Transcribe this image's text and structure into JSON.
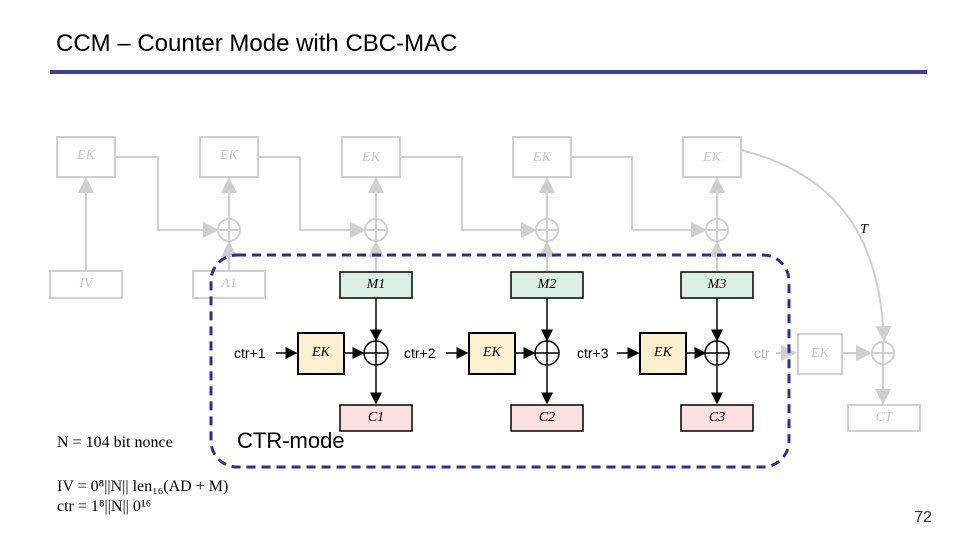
{
  "slide": {
    "title": "CCM – Counter Mode with CBC-MAC",
    "page_number": "72"
  },
  "cbc_mac": {
    "block_label": "EK",
    "iv_label": "IV",
    "a1_label": "A1",
    "tag_label": "T"
  },
  "ctr": {
    "mode_label": "CTR-mode",
    "block_label": "EK",
    "counters": [
      "ctr+1",
      "ctr+2",
      "ctr+3"
    ],
    "tag_counter": "ctr",
    "messages": [
      "M1",
      "M2",
      "M3"
    ],
    "ciphertexts": [
      "C1",
      "C2",
      "C3"
    ],
    "tag_cipher": "CT"
  },
  "equations": {
    "nonce": "N  = 104 bit nonce",
    "iv": "IV = 0⁸||N|| len₁₆(AD + M)",
    "ctr": "ctr = 1⁸||N|| 0¹⁶"
  },
  "colors": {
    "accent_rule": "#3a3fa0",
    "dashed_box": "#2b2f8f",
    "message_fill": "#dcefe5",
    "cipher_fill": "#fbe0e0",
    "ek_fill": "#fdf0d0",
    "faded": "#c8c8c8"
  }
}
